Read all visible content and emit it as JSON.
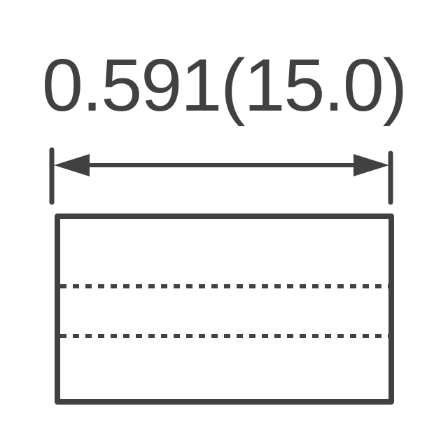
{
  "diagram": {
    "dimension_label": "0.591(15.0)",
    "dimension_inches": "0.591",
    "dimension_mm": "15.0",
    "stroke_color": "#414143",
    "background_color": "#ffffff",
    "shapes": {
      "extension_lines": [
        "left",
        "right"
      ],
      "dimension_arrow": "double-headed horizontal",
      "body_outline": "rectangle",
      "dashed_lines": 2
    }
  }
}
